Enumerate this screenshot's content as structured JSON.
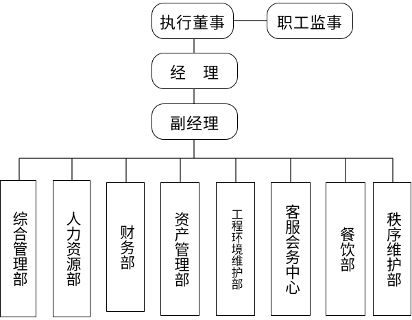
{
  "top": {
    "executive_director": "执行董事",
    "staff_supervisor": "职工监事"
  },
  "manager": "经　理",
  "deputy_manager": "副经理",
  "departments": [
    "综合管理部",
    "人力资源部",
    "财务部",
    "资产管理部",
    "工程环境维护部",
    "客服会务中心",
    "餐饮部",
    "秩序维护部"
  ],
  "colors": {
    "line": "#000000",
    "box_fill": "#ffffff"
  }
}
